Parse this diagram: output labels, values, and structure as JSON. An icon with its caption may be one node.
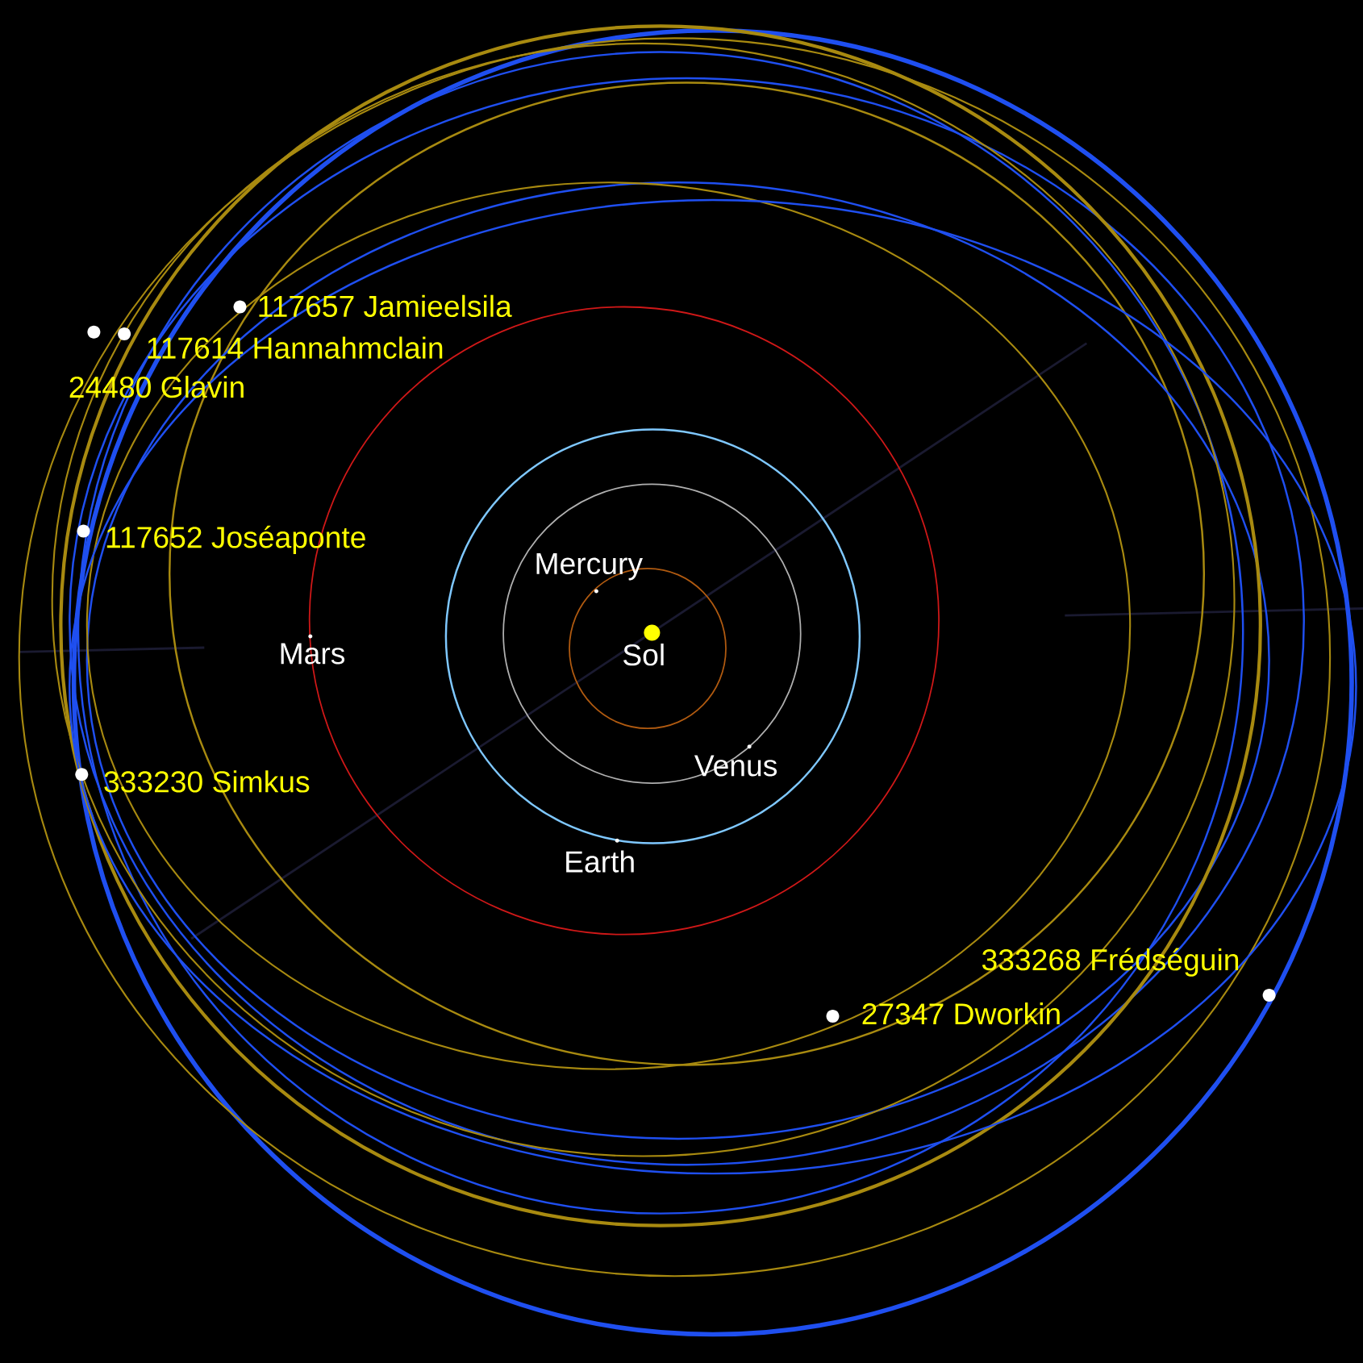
{
  "diagram": {
    "labels": [
      "117657 Jamieelsila",
      "117614 Hannahmclain",
      "24480 Glavin",
      "117652 Joséaponte",
      "Mercury",
      "Mars",
      "Sol",
      "Venus",
      "333230 Simkus",
      "Earth",
      "333268 Frédséguin",
      "27347 Dworkin"
    ]
  }
}
